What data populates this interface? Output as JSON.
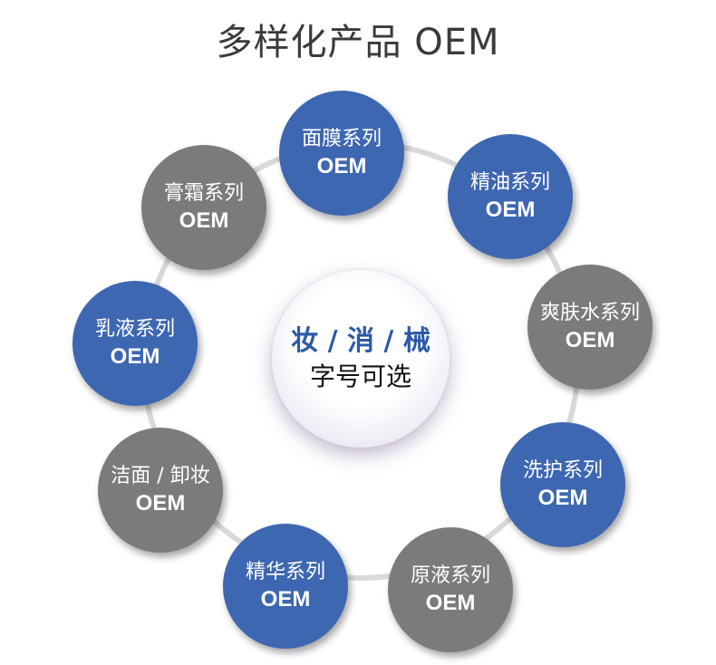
{
  "title": "多样化产品 OEM",
  "center": {
    "main": "妆 / 消 / 械",
    "sub": "字号可选"
  },
  "nodes": [
    {
      "label": "面膜系列",
      "suffix": "OEM",
      "color": "blue"
    },
    {
      "label": "精油系列",
      "suffix": "OEM",
      "color": "blue"
    },
    {
      "label": "爽肤水系列",
      "suffix": "OEM",
      "color": "gray"
    },
    {
      "label": "洗护系列",
      "suffix": "OEM",
      "color": "blue"
    },
    {
      "label": "原液系列",
      "suffix": "OEM",
      "color": "gray"
    },
    {
      "label": "精华系列",
      "suffix": "OEM",
      "color": "blue"
    },
    {
      "label": "洁面 / 卸妆",
      "suffix": "OEM",
      "color": "gray"
    },
    {
      "label": "乳液系列",
      "suffix": "OEM",
      "color": "blue"
    },
    {
      "label": "膏霜系列",
      "suffix": "OEM",
      "color": "gray"
    }
  ],
  "colors": {
    "blue": "#3e67b1",
    "gray": "#7b7b7b",
    "ring": "#d9d9d9",
    "center_text": "#2b5ba6"
  }
}
